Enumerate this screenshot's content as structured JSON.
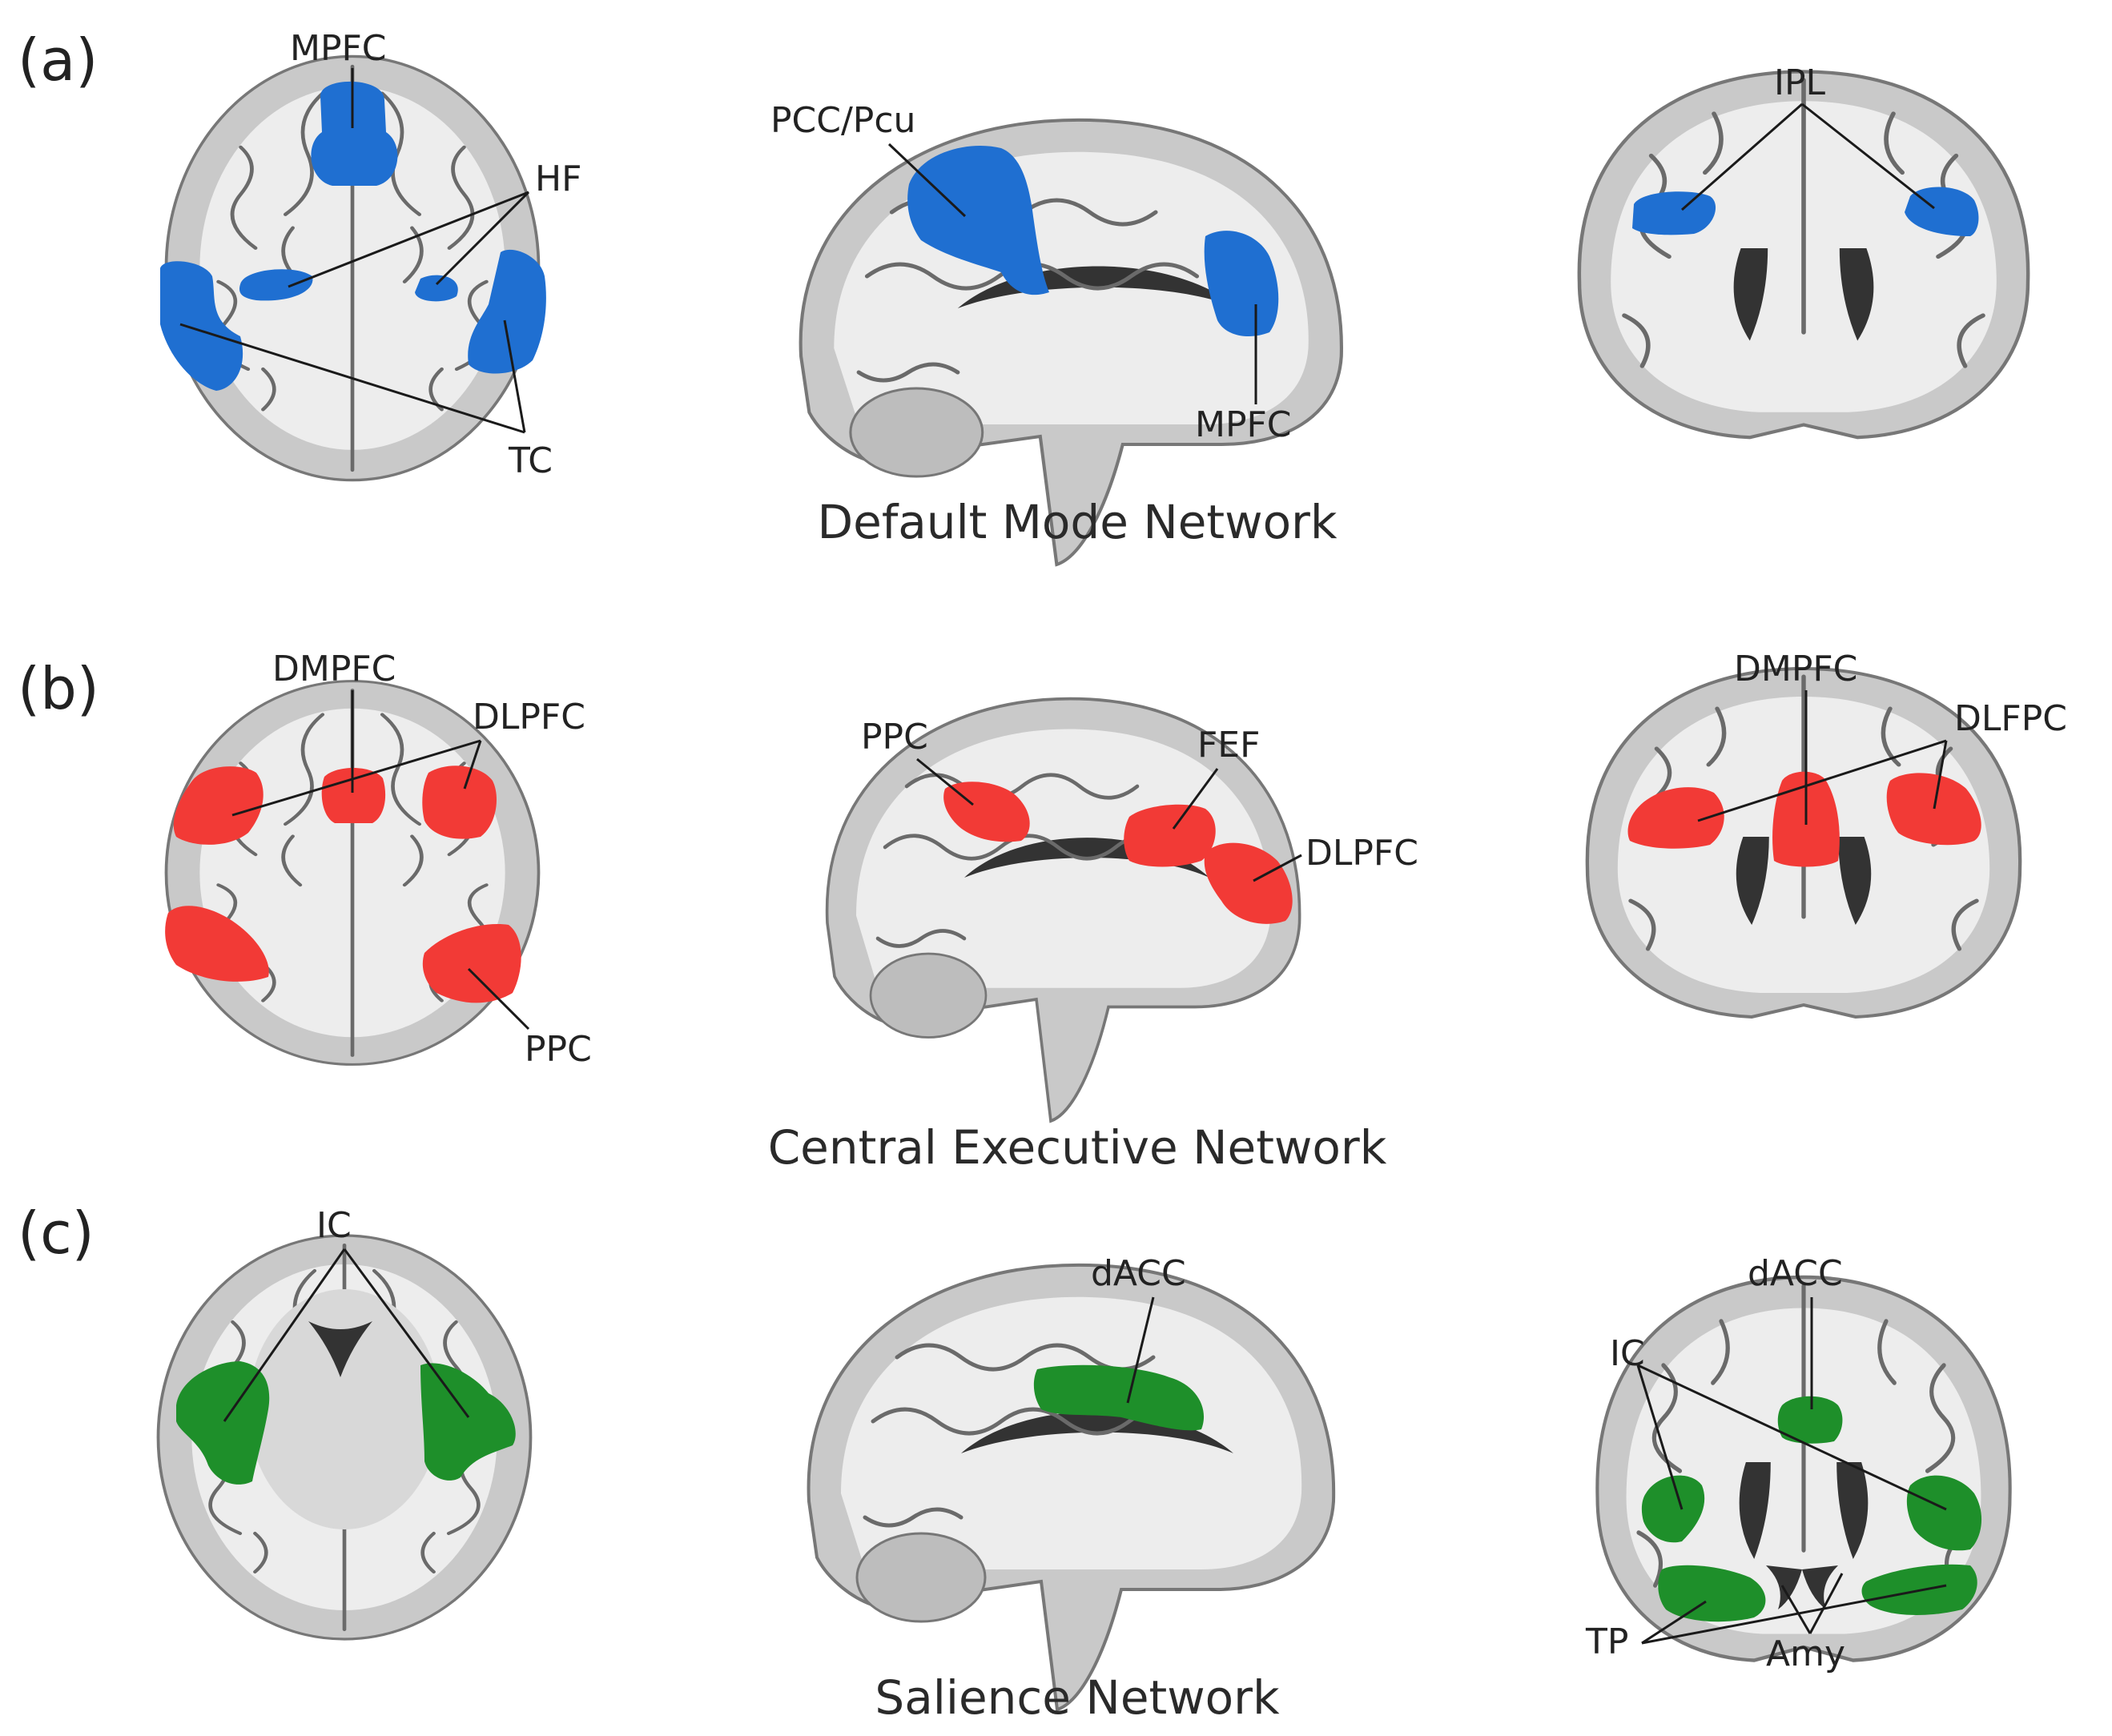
{
  "panels": [
    {
      "letter": "(a)",
      "network": "Default Mode Network",
      "color": "#1f6fd1",
      "labels": [
        "MPFC",
        "HF",
        "TC",
        "PCC/Pcu",
        "MPFC",
        "IPL"
      ]
    },
    {
      "letter": "(b)",
      "network": "Central Executive Network",
      "color": "#f23a36",
      "labels": [
        "DMPFC",
        "DLPFC",
        "PPC",
        "PPC",
        "FEF",
        "DLPFC",
        "DMPFC",
        "DLFPC"
      ]
    },
    {
      "letter": "(c)",
      "network": "Salience Network",
      "color": "#1e8f2a",
      "labels": [
        "IC",
        "dACC",
        "dACC",
        "IC",
        "TP",
        "Amy"
      ]
    }
  ]
}
